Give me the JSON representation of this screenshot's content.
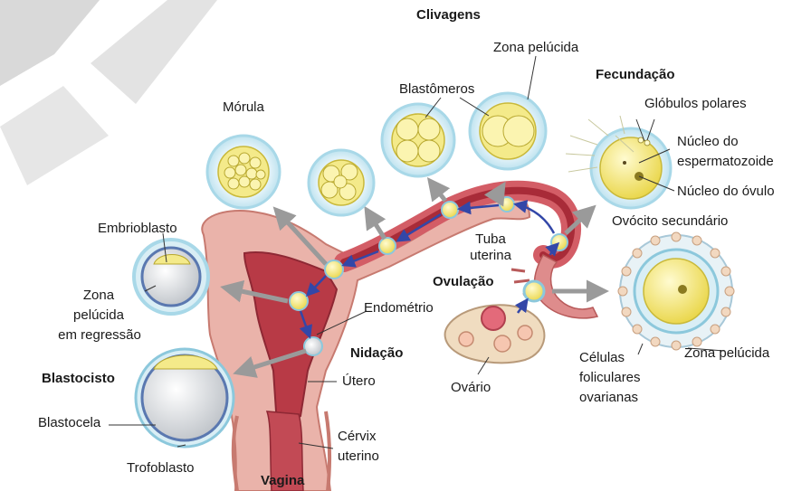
{
  "labels": {
    "clivagens": "Clivagens",
    "zona_pelucida_top": "Zona pelúcida",
    "fecundacao": "Fecundação",
    "blastomeros": "Blastômeros",
    "morula": "Mórula",
    "globulos_polares": "Glóbulos polares",
    "nucleo_esperm_1": "Núcleo do",
    "nucleo_esperm_2": "espermatozoide",
    "nucleo_ovulo": "Núcleo do óvulo",
    "ovocito_secundario": "Ovócito secundário",
    "embrioblasto": "Embrioblasto",
    "tuba_1": "Tuba",
    "tuba_2": "uterina",
    "ovulacao": "Ovulação",
    "zona_regressao_1": "Zona",
    "zona_regressao_2": "pelúcida",
    "zona_regressao_3": "em regressão",
    "endometrio": "Endométrio",
    "nidacao": "Nidação",
    "blastocisto": "Blastocisto",
    "utero": "Útero",
    "ovario": "Ovário",
    "celulas_1": "Células",
    "celulas_2": "foliculares",
    "celulas_3": "ovarianas",
    "zona_pelucida_right": "Zona pelúcida",
    "blastocela": "Blastocela",
    "cervix_1": "Cérvix",
    "cervix_2": "uterino",
    "trofoblasto": "Trofoblasto",
    "vagina": "Vagina"
  },
  "colors": {
    "tissue": "#e8a8a0",
    "tissue_dark": "#c8645c",
    "lumen": "#b8404a",
    "cell_halo": "#d9eef5",
    "cell_ring": "#a8d8e8",
    "yolk": "#f3e98a",
    "arrow_gray": "#999999",
    "arrow_blue": "#3347a8"
  }
}
